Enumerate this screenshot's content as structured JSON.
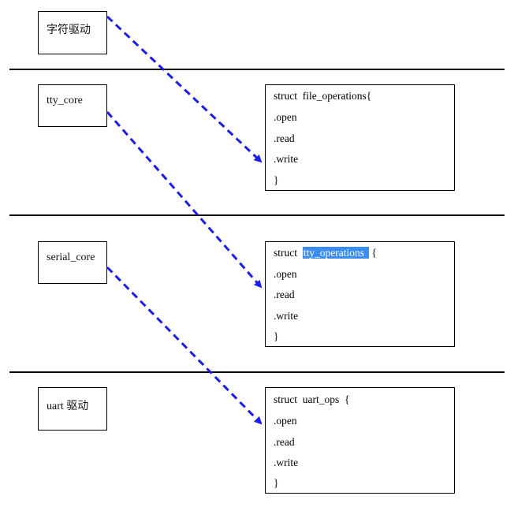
{
  "layers": [
    {
      "label": "字符驱动"
    },
    {
      "label": "tty_core"
    },
    {
      "label": "serial_core"
    },
    {
      "label": "uart 驱动"
    }
  ],
  "structs": [
    {
      "header_prefix": "struct  ",
      "name": "file_operations",
      "header_suffix": "{",
      "fields": [
        ".open",
        ".read",
        ".write"
      ],
      "closing": "}"
    },
    {
      "header_prefix": "struct  ",
      "name": "tty_operations",
      "header_suffix": " {",
      "fields": [
        ".open",
        ".read",
        ".write"
      ],
      "closing": "}"
    },
    {
      "header_prefix": "struct  ",
      "name": "uart_ops",
      "header_suffix": "  {",
      "fields": [
        ".open",
        ".read",
        ".write"
      ],
      "closing": "}"
    }
  ],
  "colors": {
    "arrow": "#1a1aff",
    "highlight": "#3b8cf0",
    "line": "#000000"
  }
}
